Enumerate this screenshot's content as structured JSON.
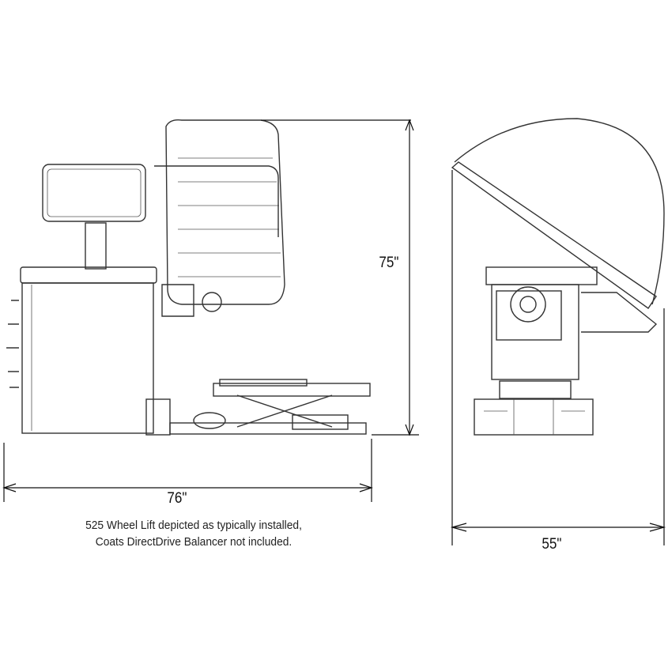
{
  "dimensions": {
    "height": "75\"",
    "width_side": "76\"",
    "width_front": "55\""
  },
  "caption": {
    "line1": "525 Wheel Lift depicted as typically installed,",
    "line2": "Coats DirectDrive Balancer not included."
  }
}
